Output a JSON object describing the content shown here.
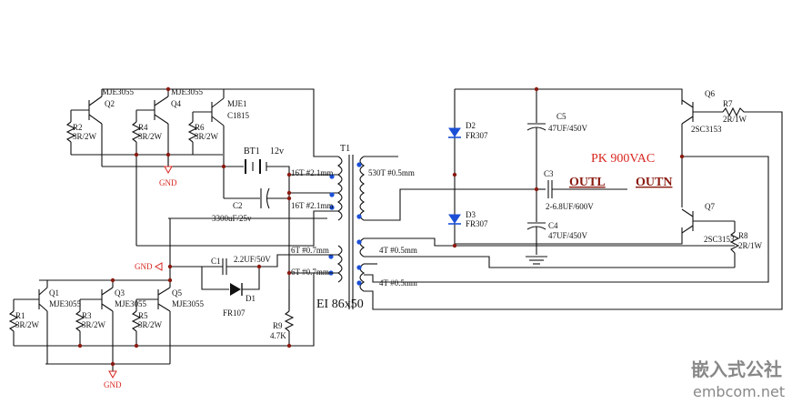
{
  "labels": {
    "q6": "Q6",
    "r7": "R7",
    "r7v": "2R/1W",
    "q6t": "2SC3153",
    "d2": "D2",
    "d2t": "FR307",
    "c5": "C5",
    "c5v": "47UF/450V",
    "c3": "C3",
    "c3v": "2-6.8UF/600V",
    "c4": "C4",
    "c4v": "47UF/450V",
    "d3": "D3",
    "d3t": "FR307",
    "q7": "Q7",
    "q7t": "2SC3153",
    "r8": "R8",
    "r8v": "2R/1W",
    "pk": "PK 900VAC",
    "outl": "OUTL",
    "outn": "OUTN",
    "t1": "T1",
    "w530": "530T #0.5mm",
    "w4a": "4T #0.5mm",
    "w4b": "4T #0.5mm",
    "w16a": "16T #2.1mm",
    "w16b": "16T #2.1mm",
    "w6a": "6T #0.7mm",
    "w6b": "6T #0.7mm",
    "ei": "EI 86x50",
    "q2t": "MJE3055",
    "q2": "Q2",
    "r2": "R2",
    "r2v": "3R/2W",
    "q4t": "MJE3055",
    "q4": "Q4",
    "r4": "R4",
    "r4v": "3R/2W",
    "q_mje1": "MJE1",
    "q_c1815": "C1815",
    "r6": "R6",
    "r6v": "3R/2W",
    "bt1": "BT1",
    "bt1v": "12v",
    "gnd_top": "GND",
    "c2": "C2",
    "c2v": "3300uF/25v",
    "gnd_mid": "GND",
    "c1": "C1",
    "c1v": "2.2UF/50V",
    "d1": "D1",
    "d1t": "FR107",
    "r9": "R9",
    "r9v": "4.7K",
    "q1": "Q1",
    "q1t": "MJE3055",
    "r1": "R1",
    "r1v": "3R/2W",
    "q3": "Q3",
    "q3t": "MJE3055",
    "r3": "R3",
    "r3v": "3R/2W",
    "q5": "Q5",
    "q5t": "MJE3055",
    "r5": "R5",
    "r5v": "3R/2W",
    "gnd_bot": "GND"
  },
  "watermark": {
    "cn": "嵌入式公社",
    "url": "embcom.net"
  },
  "colors": {
    "wire": "#111111",
    "accent_red": "#d8261f",
    "junction": "#8a1a10",
    "dot_blue": "#1b4fd6"
  }
}
